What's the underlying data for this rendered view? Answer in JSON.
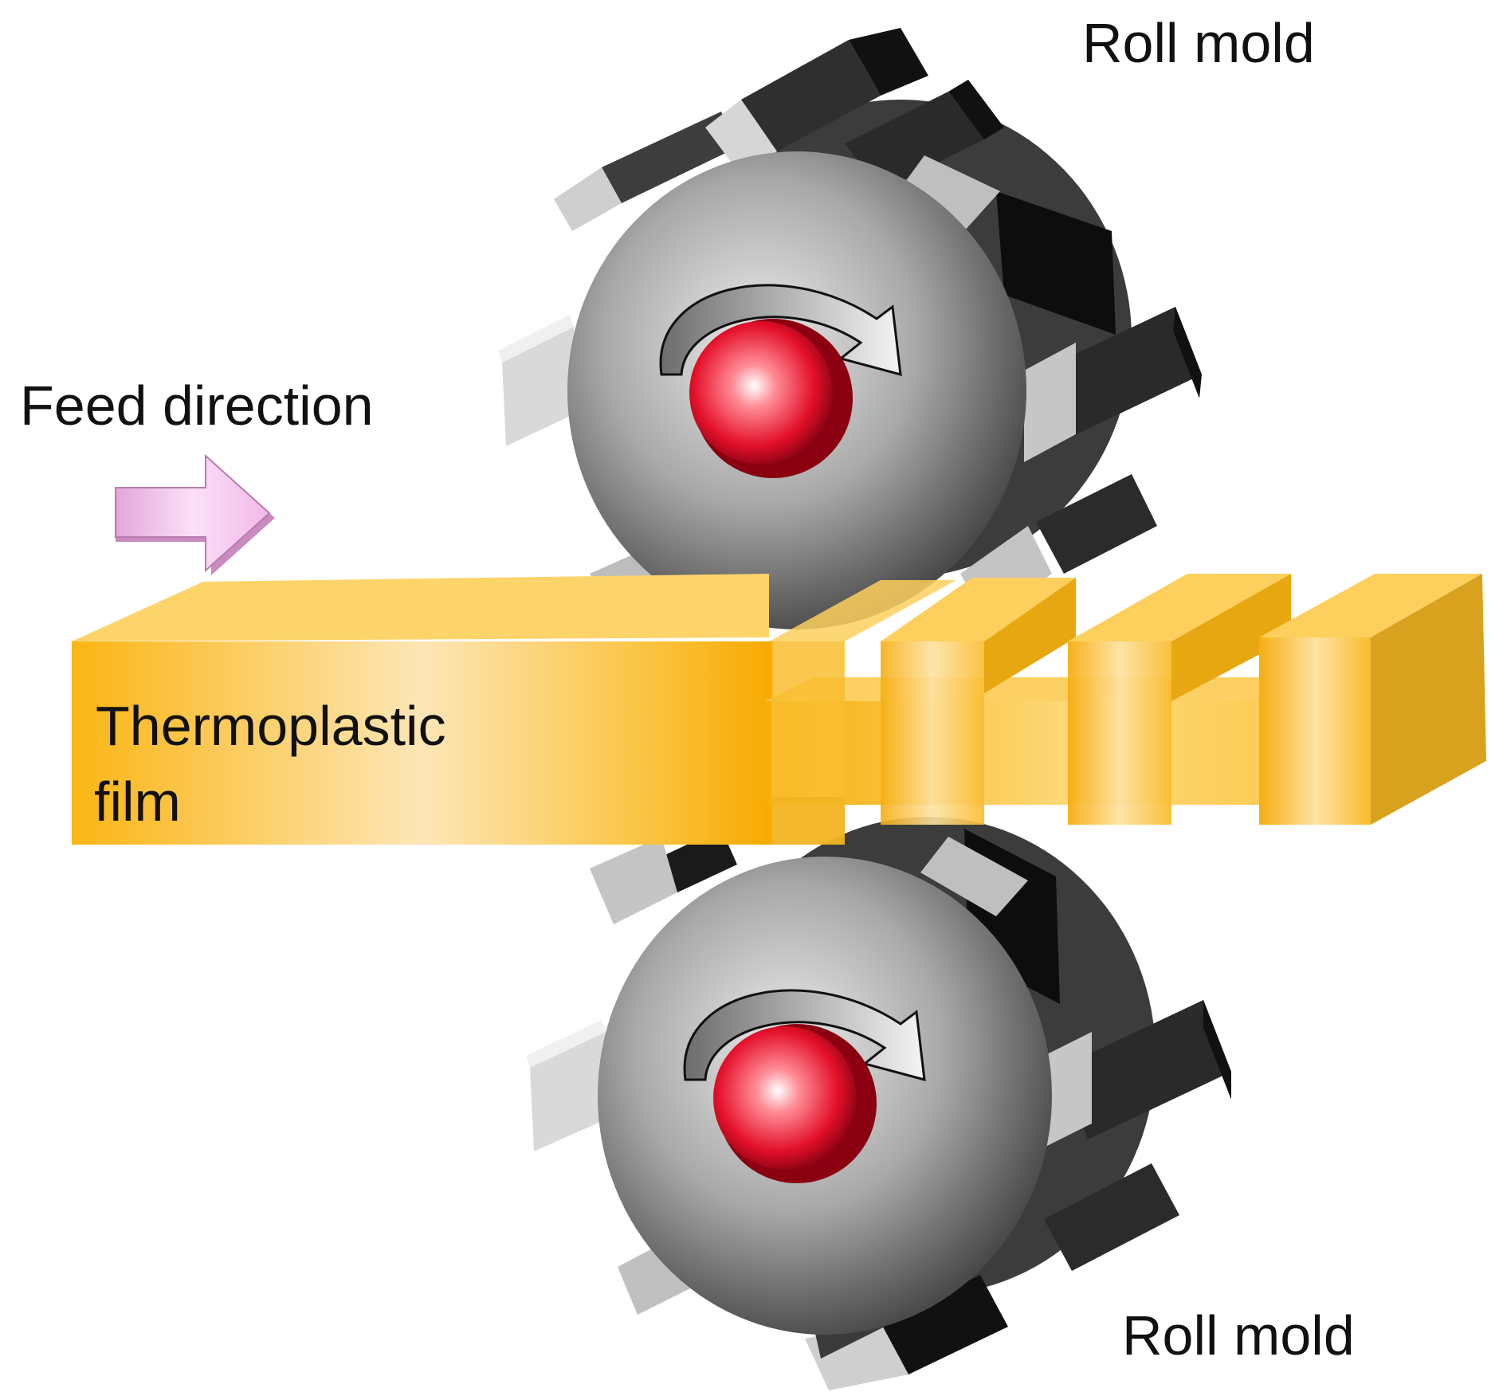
{
  "labels": {
    "roll_mold_top": "Roll mold",
    "roll_mold_bottom": "Roll mold",
    "feed_direction": "Feed direction",
    "film_line1": "Thermoplastic",
    "film_line2": "film"
  },
  "colors": {
    "film": "#FBB514",
    "film_light": "#FDE3AE",
    "film_dark": "#D99B06",
    "roll_body": "#8c8c8c",
    "roll_highlight": "#e6e6e6",
    "axle": "#e8142a",
    "feed_arrow": "#F6C6F0",
    "tooth_dark": "#1c1c1c"
  },
  "icons": {
    "rotation_top": "clockwise-arrow-icon",
    "rotation_bottom": "clockwise-arrow-icon",
    "feed": "right-arrow-icon"
  }
}
